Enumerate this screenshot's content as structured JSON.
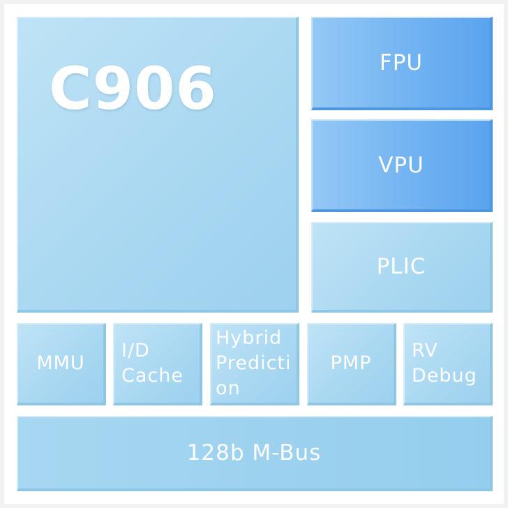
{
  "core": {
    "title": "C906"
  },
  "right_units": [
    {
      "label": "FPU"
    },
    {
      "label": "VPU"
    },
    {
      "label": "PLIC"
    }
  ],
  "bottom_units": [
    {
      "label": "MMU"
    },
    {
      "label": "I/D\nCache"
    },
    {
      "label": "Hybrid\nPredicti\non"
    },
    {
      "label": "PMP"
    },
    {
      "label": "RV\nDebug"
    }
  ],
  "bus": {
    "label": "128b M-Bus"
  },
  "colors": {
    "light_block": "#a8d7f1",
    "accent_block": "#5aa4ee",
    "text": "#ffffff"
  }
}
